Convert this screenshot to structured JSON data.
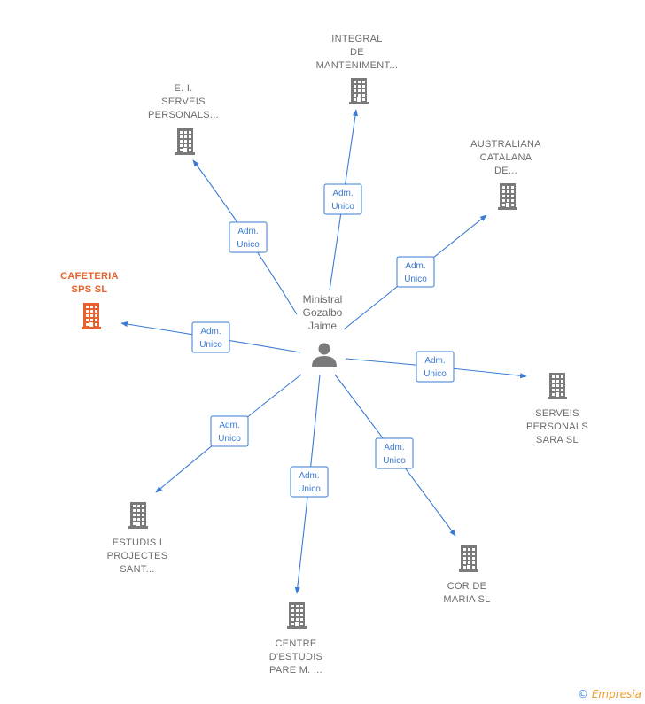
{
  "center": {
    "label_lines": [
      "Ministral",
      "Gozalbo",
      "Jaime"
    ],
    "icon": "person-icon"
  },
  "edge_label_lines": [
    "Adm.",
    "Unico"
  ],
  "colors": {
    "edge": "#3a7bd5",
    "company": "#7a7a7a",
    "highlight": "#e8612c"
  },
  "companies": [
    {
      "id": "integral",
      "label_lines": [
        "INTEGRAL",
        "DE",
        "MANTENIMENT..."
      ],
      "highlight": false
    },
    {
      "id": "ei-serveis",
      "label_lines": [
        "E.  I.",
        "SERVEIS",
        "PERSONALS..."
      ],
      "highlight": false
    },
    {
      "id": "australiana",
      "label_lines": [
        "AUSTRALIANA",
        "CATALANA",
        "DE..."
      ],
      "highlight": false
    },
    {
      "id": "cafeteria",
      "label_lines": [
        "CAFETERIA",
        "SPS  SL"
      ],
      "highlight": true
    },
    {
      "id": "serveis-sara",
      "label_lines": [
        "SERVEIS",
        "PERSONALS",
        "SARA  SL"
      ],
      "highlight": false
    },
    {
      "id": "estudis",
      "label_lines": [
        "ESTUDIS I",
        "PROJECTES",
        "SANT..."
      ],
      "highlight": false
    },
    {
      "id": "cor-de-maria",
      "label_lines": [
        "COR DE",
        "MARIA SL"
      ],
      "highlight": false
    },
    {
      "id": "centre",
      "label_lines": [
        "CENTRE",
        "D'ESTUDIS",
        "PARE M. ..."
      ],
      "highlight": false
    }
  ],
  "footer": {
    "symbol": "©",
    "brand": "Empresia"
  }
}
